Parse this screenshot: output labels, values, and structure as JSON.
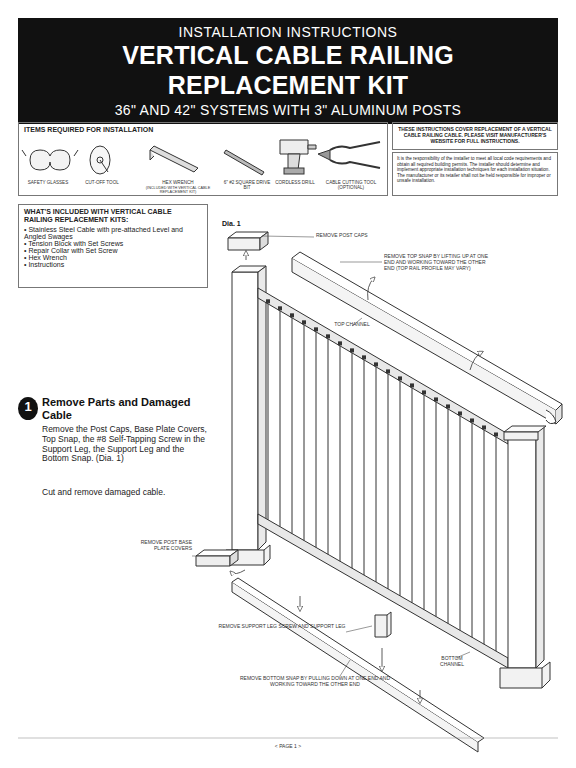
{
  "diagram": {
    "title": "VERTICAL CABLE RAILING REPLACEMENT KIT",
    "nodes": [
      {
        "text": [
          "INSTALLATION INSTRUCTIONS",
          "36\" AND 42\" SYSTEMS WITH 3\" ALUMINUM POSTS"
        ]
      },
      {
        "text": [
          "ITEMS REQUIRED FOR INSTALLATION"
        ]
      },
      {
        "text": [
          "THESE INSTRUCTIONS COVER REPLACEMENT OF A VERTICAL CABLE RAILING CABLE. PLEASE VISIT MANUFACTURER'S WEBSITE FOR FULL INSTRUCTIONS."
        ]
      },
      {
        "text": [
          "It is the responsibility of the installer to meet all local code requirements and obtain all required building permits. The installer should determine and implement appropriate installation techniques for each installation situation. The manufacturer or its retailer shall not be held responsible for improper or unsafe installation."
        ]
      },
      {
        "text": [
          "WHAT'S INCLUDED WITH VERTICAL CABLE RAILING REPLACEMENT KITS:",
          "• Stainless Steel Cable with pre-attached Level and Angled Swages",
          "• Tension Block with Set Screws",
          "• Repair Collar with Set Screw",
          "• Hex Wrench",
          "• Instructions"
        ]
      },
      {
        "text": [
          "1"
        ]
      }
    ],
    "labels": [
      "SAFETY GLASSES",
      "CUT-OFF TOOL",
      "HEX WRENCH",
      "(INCLUDED WITH VERTICAL CABLE REPLACEMENT KIT)",
      "6\" #2 SQUARE DRIVE BIT",
      "CORDLESS DRILL",
      "CABLE CUTTING TOOL (OPTIONAL)",
      "Remove Parts and Damaged Cable",
      "Remove the Post Caps, Base Plate Covers, Top Snap, the #8 Self-Tapping Screw in the Support Leg, the Support Leg and the Bottom Snap. (Dia. 1)",
      "Cut and remove damaged cable.",
      "Dia. 1",
      "REMOVE POST CAPS",
      "REMOVE TOP SNAP BY LIFTING UP AT ONE END AND WORKING TOWARD THE OTHER END (TOP RAIL PROFILE MAY VARY)",
      "TOP CHANNEL",
      "REMOVE POST BASE PLATE COVERS",
      "REMOVE SUPPORT LEG SCREW AND SUPPORT LEG",
      "BOTTOM CHANNEL",
      "REMOVE BOTTOM SNAP BY PULLING DOWN AT ONE END AND WORKING TOWARD THE OTHER END",
      "< PAGE 1 >"
    ]
  }
}
